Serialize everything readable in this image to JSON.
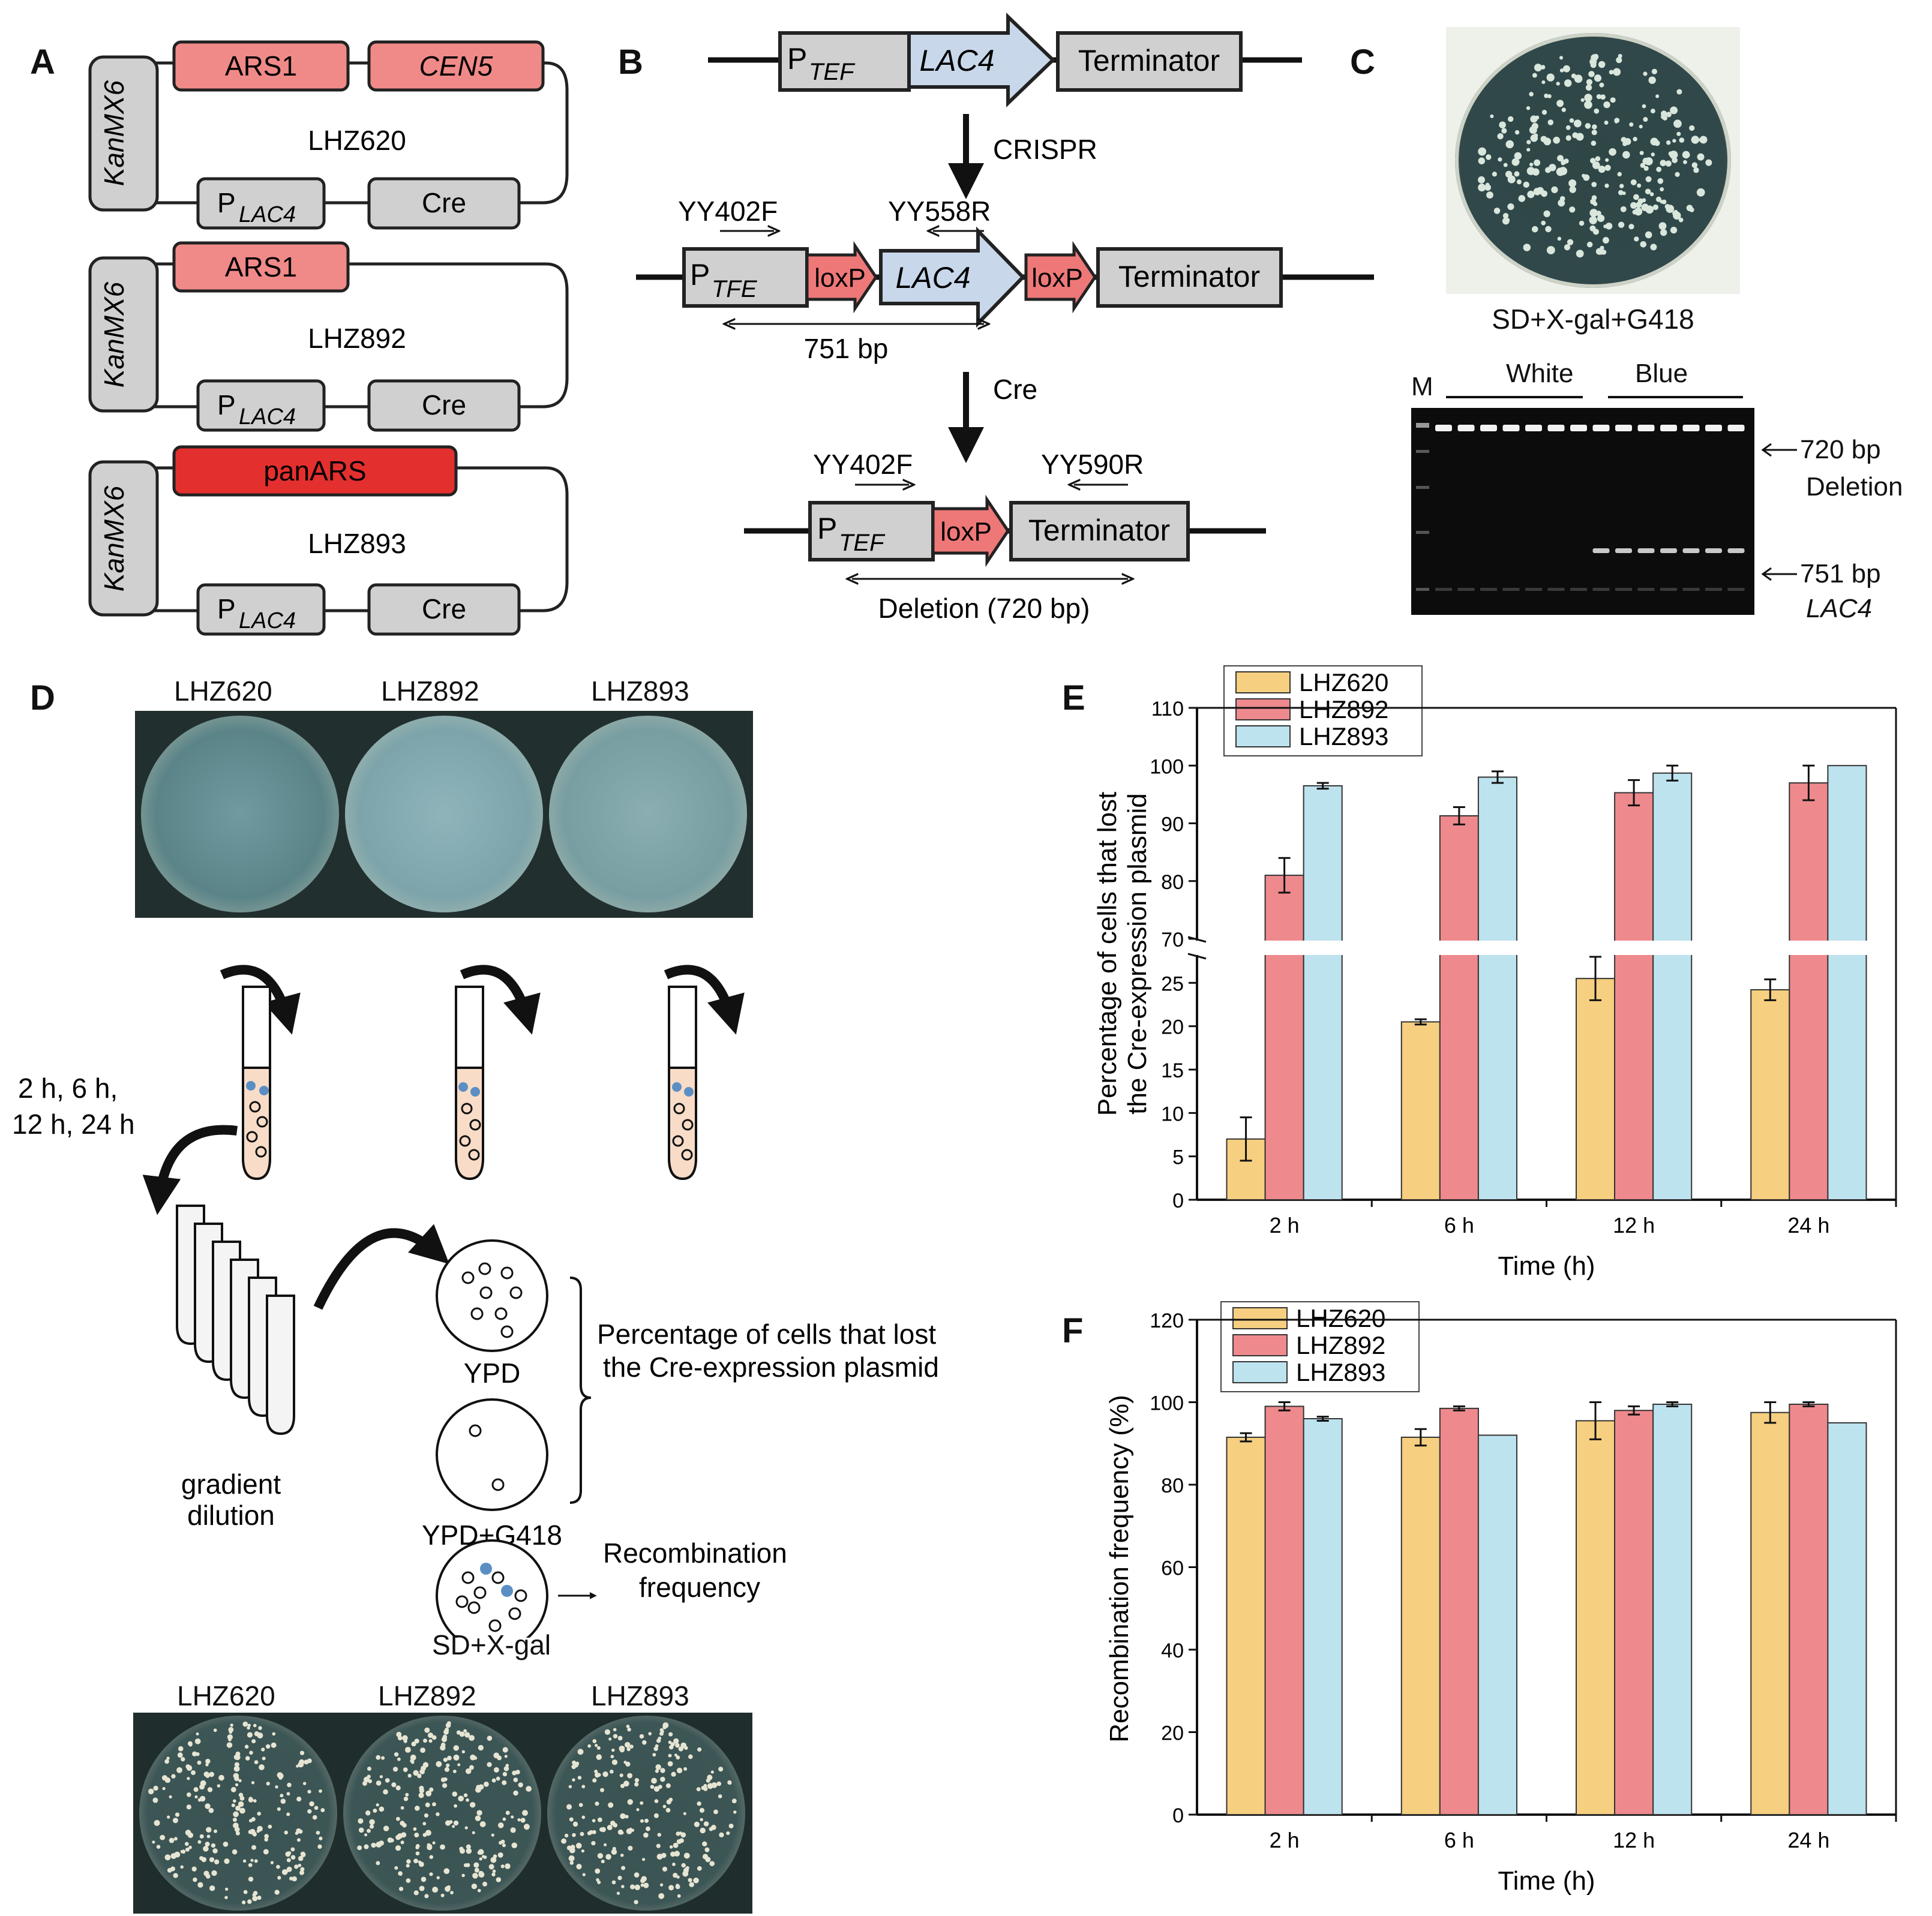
{
  "panel_letters": {
    "a": "A",
    "b": "B",
    "c": "C",
    "d": "D",
    "e": "E",
    "f": "F"
  },
  "panel_a": {
    "plasmids": [
      {
        "name": "LHZ620",
        "marker": "KanMX6",
        "ori1": "ARS1",
        "ori2": "CEN5",
        "promoter_base": "P",
        "promoter_sub": "LAC4",
        "gene": "Cre"
      },
      {
        "name": "LHZ892",
        "marker": "KanMX6",
        "ori1": "ARS1",
        "promoter_base": "P",
        "promoter_sub": "LAC4",
        "gene": "Cre"
      },
      {
        "name": "LHZ893",
        "marker": "KanMX6",
        "ori1": "panARS",
        "promoter_base": "P",
        "promoter_sub": "LAC4",
        "gene": "Cre"
      }
    ]
  },
  "panel_b": {
    "row1": {
      "promoter_base": "P",
      "promoter_sub": "TEF",
      "gene": "LAC4",
      "terminator": "Terminator"
    },
    "step1": "CRISPR",
    "row2": {
      "primer_f": "YY402F",
      "primer_r": "YY558R",
      "promoter_base": "P",
      "promoter_sub": "TFE",
      "loxp": "loxP",
      "gene": "LAC4",
      "terminator": "Terminator",
      "size": "751 bp"
    },
    "step2": "Cre",
    "row3": {
      "primer_f": "YY402F",
      "primer_r": "YY590R",
      "promoter_base": "P",
      "promoter_sub": "TEF",
      "loxp": "loxP",
      "terminator": "Terminator",
      "size": "Deletion (720 bp)"
    }
  },
  "panel_c": {
    "plate_label": "SD+X-gal+G418",
    "gel_marker": "M",
    "group_white": "White",
    "group_blue": "Blue",
    "band1_size": "720 bp",
    "band1_name": "Deletion",
    "band2_size": "751 bp",
    "band2_name": "LAC4"
  },
  "panel_d": {
    "top_plates": [
      "LHZ620",
      "LHZ892",
      "LHZ893"
    ],
    "times": [
      "2 h, 6 h,",
      "12 h, 24 h"
    ],
    "dilution": [
      "gradient",
      "dilution"
    ],
    "ypd": "YPD",
    "ypd_g418": "YPD+G418",
    "sd_xgal": "SD+X-gal",
    "percentage_text": [
      "Percentage of cells that lost",
      "the Cre-expression plasmid"
    ],
    "recomb_text": [
      "Recombination",
      "frequency"
    ],
    "bottom_plates": [
      "LHZ620",
      "LHZ892",
      "LHZ893"
    ]
  },
  "colors": {
    "lhz620": "#f6cf80",
    "lhz892": "#ee8a8d",
    "lhz893": "#bde3ef",
    "ars": "#f08a88",
    "panars": "#e42f2f",
    "grey_box": "#d0d0d0",
    "lac4_arrow": "#c8d8ea",
    "loxp": "#ee7878"
  },
  "chart_data": [
    {
      "type": "bar",
      "panel": "E",
      "categories": [
        "2 h",
        "6 h",
        "12 h",
        "24 h"
      ],
      "series": [
        {
          "name": "LHZ620",
          "values": [
            7,
            20.5,
            25.5,
            24.2
          ],
          "errors": [
            2.5,
            0.3,
            2.5,
            1.2
          ]
        },
        {
          "name": "LHZ892",
          "values": [
            81,
            91.3,
            95.3,
            97
          ],
          "errors": [
            3.0,
            1.5,
            2.2,
            3.0
          ]
        },
        {
          "name": "LHZ893",
          "values": [
            96.5,
            98,
            98.7,
            100
          ],
          "errors": [
            0.5,
            1.0,
            1.3,
            0
          ]
        }
      ],
      "xlabel": "Time (h)",
      "ylabel": [
        "Percentage of cells that lost",
        "the Cre-expression plasmid"
      ],
      "y_break": [
        28,
        70
      ],
      "ylim": [
        0,
        110
      ],
      "yticks_lower": [
        "0",
        "5",
        "10",
        "15",
        "20",
        "25"
      ],
      "yticks_upper": [
        "70",
        "80",
        "90",
        "100",
        "110"
      ],
      "legend_position": "top-left"
    },
    {
      "type": "bar",
      "panel": "F",
      "categories": [
        "2 h",
        "6 h",
        "12 h",
        "24 h"
      ],
      "series": [
        {
          "name": "LHZ620",
          "values": [
            91.5,
            91.5,
            95.5,
            97.5
          ],
          "errors": [
            1.0,
            2.0,
            4.5,
            2.5
          ]
        },
        {
          "name": "LHZ892",
          "values": [
            99,
            98.5,
            98,
            99.5
          ],
          "errors": [
            1.0,
            0.5,
            1.0,
            0.5
          ]
        },
        {
          "name": "LHZ893",
          "values": [
            96,
            92,
            99.5,
            95
          ],
          "errors": [
            0.5,
            0,
            0.5,
            0
          ]
        }
      ],
      "xlabel": "Time (h)",
      "ylabel": "Recombination frequency (%)",
      "ylim": [
        0,
        120
      ],
      "yticks": [
        "0",
        "20",
        "40",
        "60",
        "80",
        "100",
        "120"
      ],
      "legend_position": "top-left"
    }
  ]
}
